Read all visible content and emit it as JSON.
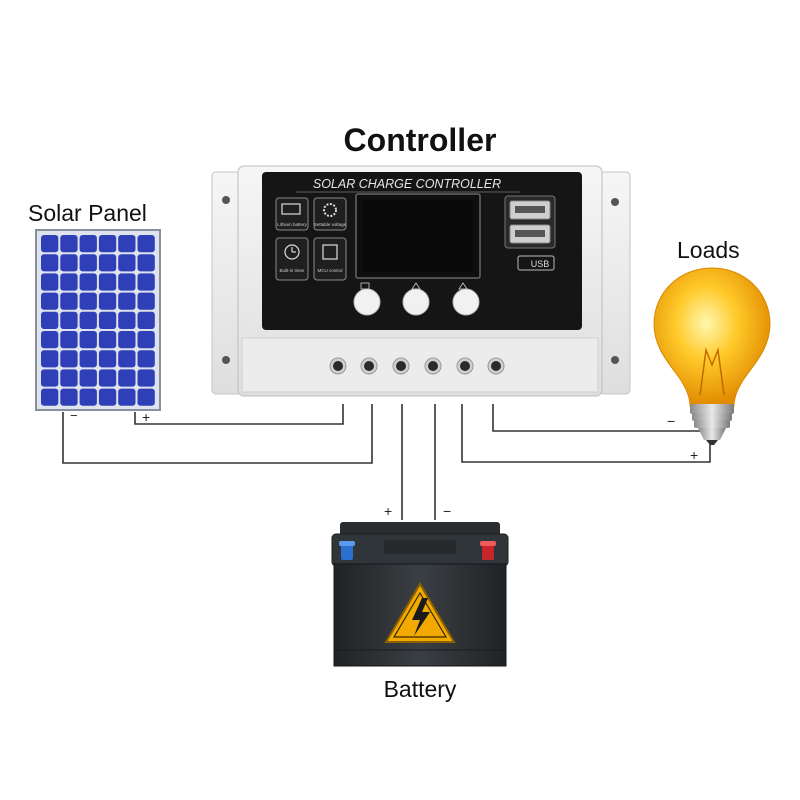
{
  "labels": {
    "controller": "Controller",
    "solar_panel": "Solar Panel",
    "loads": "Loads",
    "battery": "Battery"
  },
  "controller": {
    "brand": "SOLAR CHARGE CONTROLLER",
    "usb": "USB",
    "icons": [
      {
        "name": "lithium-battery-icon",
        "label": "Lithium battery"
      },
      {
        "name": "settable-voltage-icon",
        "label": "Settable voltage"
      },
      {
        "name": "built-in-timer-icon",
        "label": "Built-in timer"
      },
      {
        "name": "mcu-control-icon",
        "label": "MCU control"
      }
    ]
  },
  "polarity": {
    "panel_minus": "−",
    "panel_plus": "+",
    "battery_plus": "+",
    "battery_minus": "−",
    "load_minus": "−",
    "load_plus": "+"
  },
  "colors": {
    "panel_cell": "#2f3fb8",
    "bulb": "#f5a800",
    "warning": "#f2a900",
    "battery_body": "#2d3134",
    "controller_face": "#151515"
  }
}
